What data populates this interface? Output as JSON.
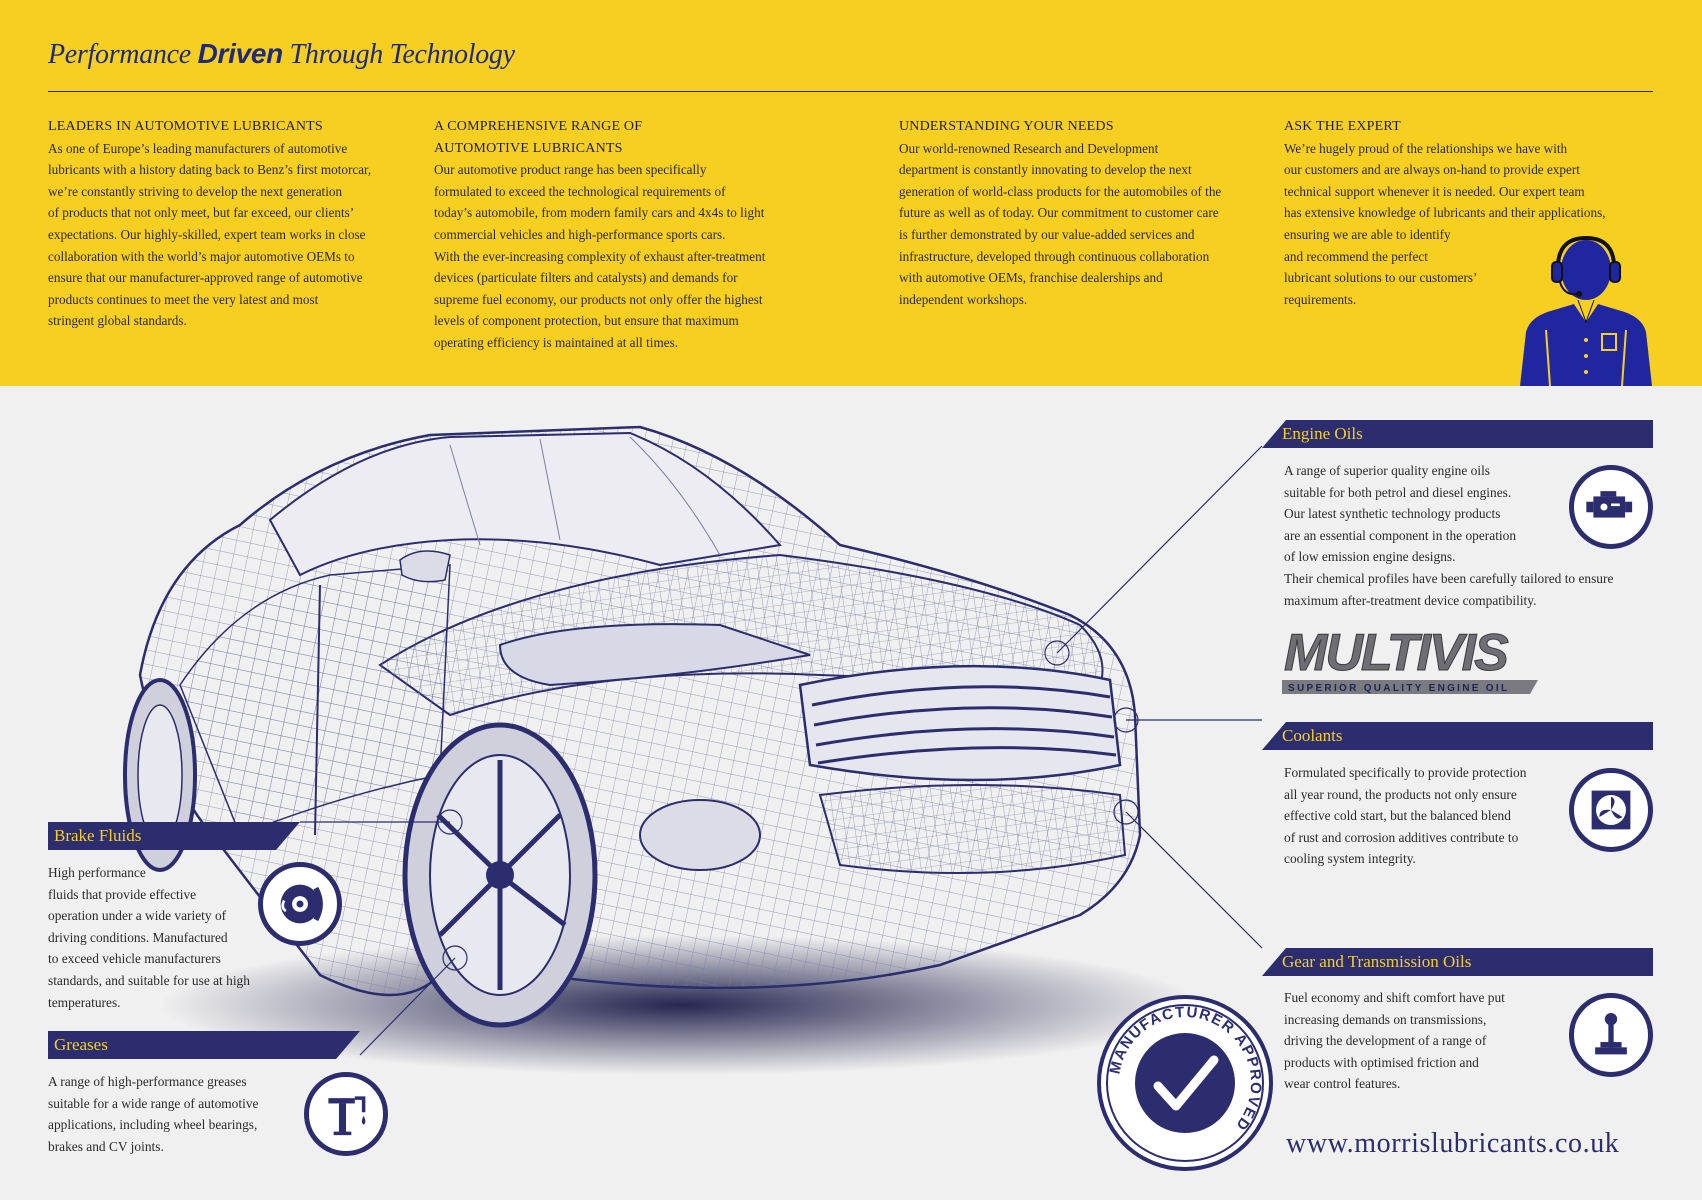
{
  "header": {
    "title_pre": "Performance ",
    "title_bold": "Driven",
    "title_post": " Through Technology"
  },
  "columns": [
    {
      "heading": "LEADERS IN AUTOMOTIVE LUBRICANTS",
      "lines": [
        "As one of Europe’s leading manufacturers of automotive",
        "lubricants with a history dating back to Benz’s first motorcar,",
        "we’re constantly striving to develop the next generation",
        "of products that not only meet, but far exceed, our clients’",
        "expectations. Our highly-skilled, expert team works in close",
        "collaboration with the world’s major automotive OEMs to",
        "ensure that our manufacturer-approved range of automotive",
        "products continues to meet the very latest and most",
        "stringent global standards."
      ]
    },
    {
      "heading_lines": [
        "A COMPREHENSIVE RANGE OF",
        "AUTOMOTIVE LUBRICANTS"
      ],
      "lines": [
        "Our automotive product range has been specifically",
        "formulated to exceed the technological requirements of",
        "today’s automobile, from modern family cars and 4x4s to light",
        "commercial vehicles and high-performance sports cars.",
        "With the ever-increasing complexity of exhaust after-treatment",
        "devices (particulate filters and catalysts) and demands for",
        "supreme fuel economy, our products not only offer the highest",
        "levels of component protection, but ensure that maximum",
        "operating efficiency is maintained at all times."
      ]
    },
    {
      "heading": "UNDERSTANDING YOUR NEEDS",
      "lines": [
        "Our world-renowned Research and Development",
        "department is constantly innovating to develop the next",
        "generation of world-class products for the automobiles of the",
        "future as well as of today. Our commitment to customer care",
        "is further demonstrated by our value-added services and",
        "infrastructure, developed through continuous collaboration",
        "with automotive OEMs, franchise dealerships and",
        "independent workshops."
      ]
    },
    {
      "heading": "ASK THE EXPERT",
      "lines": [
        "We’re hugely proud of the relationships we have with",
        "our customers and are always on-hand to provide expert",
        "technical support whenever it is needed. Our expert team",
        "has extensive knowledge of lubricants and their applications,",
        "ensuring we are able to identify",
        "and recommend the perfect",
        "lubricant solutions to our customers’",
        "requirements."
      ]
    }
  ],
  "sections": {
    "engine": {
      "title": "Engine Oils",
      "lines": [
        "A range of superior quality engine oils",
        "suitable for both petrol and diesel engines.",
        "Our latest synthetic technology products",
        "are an essential component in the operation",
        "of low emission engine designs.",
        "Their chemical profiles have been carefully tailored to ensure",
        "maximum after-treatment device compatibility."
      ]
    },
    "coolants": {
      "title": "Coolants",
      "lines": [
        "Formulated specifically to provide protection",
        "all year round, the products not only ensure",
        "effective cold start, but the balanced blend",
        "of rust and corrosion additives contribute to",
        "cooling system integrity."
      ]
    },
    "gear": {
      "title": "Gear and Transmission Oils",
      "lines": [
        "Fuel economy and shift comfort have put",
        "increasing demands on transmissions,",
        "driving the development of a range of",
        "products with optimised friction and",
        "wear control features."
      ]
    },
    "brake": {
      "title": "Brake Fluids",
      "lines": [
        "High performance",
        "fluids that provide effective",
        "operation under a wide variety of",
        "driving conditions. Manufactured",
        "to exceed vehicle manufacturers",
        "standards, and suitable for use at high",
        "temperatures."
      ]
    },
    "greases": {
      "title": "Greases",
      "lines": [
        "A range of high-performance greases",
        "suitable for a wide range of automotive",
        "applications, including wheel bearings,",
        "brakes and CV joints."
      ]
    }
  },
  "logo": {
    "name": "MULTIVIS",
    "tagline": "SUPERIOR QUALITY ENGINE OIL"
  },
  "stamp": {
    "text": "MANUFACTURER APPROVED"
  },
  "footer": {
    "url": "www.morrislubricants.co.uk"
  },
  "colors": {
    "yellow": "#f7cf21",
    "navy": "#2b2d6e",
    "background": "#f0f0f0"
  },
  "icons": [
    "engine-icon",
    "radiator-fan-icon",
    "gear-stick-icon",
    "brake-disc-icon",
    "grease-gun-icon",
    "headset-agent-icon",
    "approved-check-icon"
  ]
}
